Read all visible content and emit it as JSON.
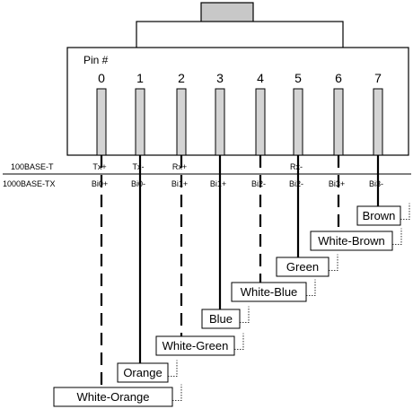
{
  "connector": {
    "pin_header": "Pin #",
    "pins": [
      "0",
      "1",
      "2",
      "3",
      "4",
      "5",
      "6",
      "7"
    ]
  },
  "standards": [
    {
      "name": "100BASE-T",
      "signals": [
        "Tx+",
        "Tx-",
        "Rx+",
        "",
        "",
        "Rx-",
        "",
        ""
      ]
    },
    {
      "name": "1000BASE-TX",
      "signals": [
        "Bi0+",
        "Bi0-",
        "Bi1+",
        "Bi1+",
        "Bi2-",
        "Bi2-",
        "Bi3+",
        "Bi3-"
      ]
    }
  ],
  "wires": [
    {
      "pin": "0",
      "color_label": "White-Orange",
      "style": "dashed"
    },
    {
      "pin": "1",
      "color_label": "Orange",
      "style": "solid"
    },
    {
      "pin": "2",
      "color_label": "White-Green",
      "style": "dashed"
    },
    {
      "pin": "3",
      "color_label": "Blue",
      "style": "solid"
    },
    {
      "pin": "4",
      "color_label": "White-Blue",
      "style": "dashed"
    },
    {
      "pin": "5",
      "color_label": "Green",
      "style": "solid"
    },
    {
      "pin": "6",
      "color_label": "White-Brown",
      "style": "dashed"
    },
    {
      "pin": "7",
      "color_label": "Brown",
      "style": "solid"
    }
  ],
  "colors": {
    "stroke": "#000000",
    "pin_fill": "#d4d4d4",
    "tab_fill": "#c8c8c8",
    "background": "#ffffff"
  }
}
